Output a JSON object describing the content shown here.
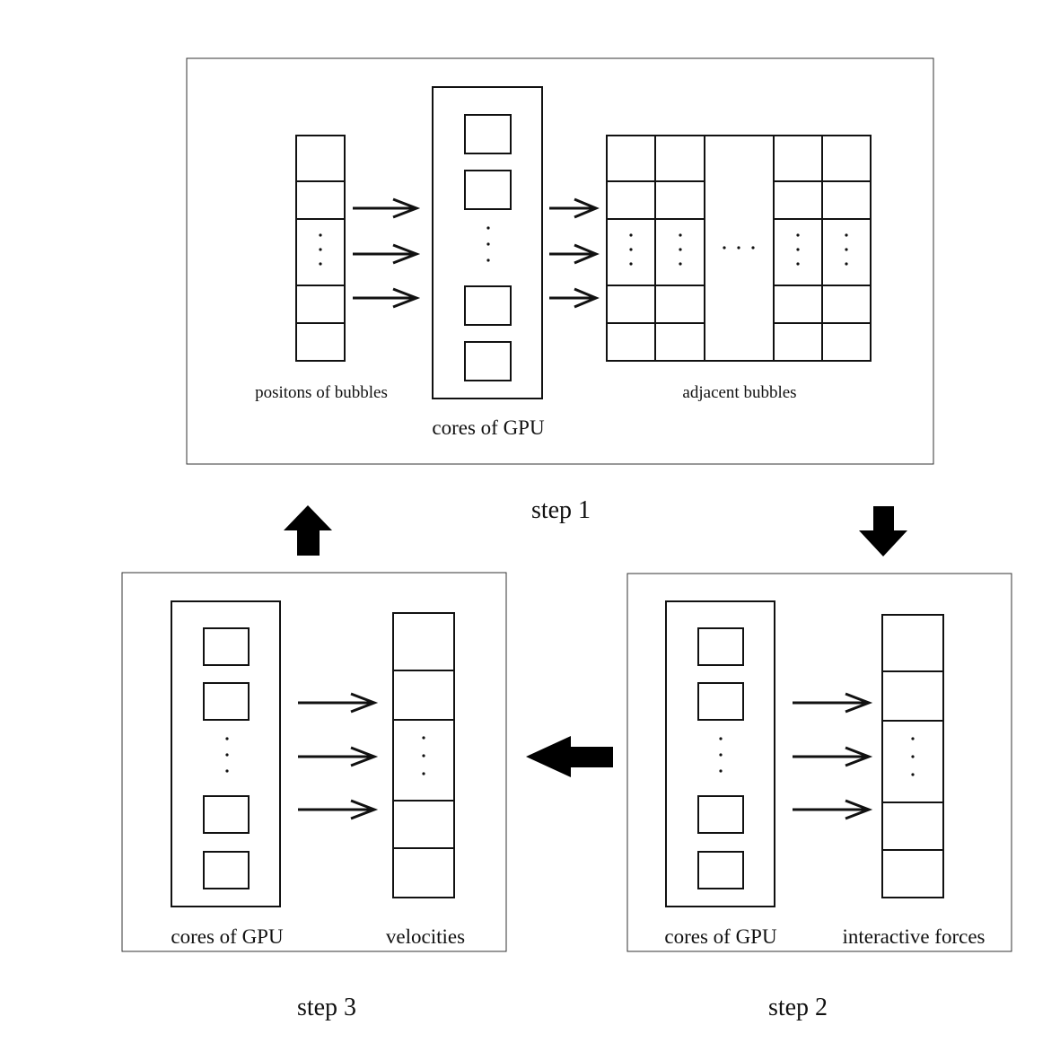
{
  "step1": {
    "step_label": "step 1",
    "input_label": "positons of bubbles",
    "gpu_label": "cores of GPU",
    "output_label": "adjacent bubbles"
  },
  "step2": {
    "step_label": "step 2",
    "gpu_label": "cores of GPU",
    "output_label": "interactive forces"
  },
  "step3": {
    "step_label": "step 3",
    "gpu_label": "cores of GPU",
    "output_label": "velocities"
  },
  "flow": [
    "step 1",
    "step 2",
    "step 3",
    "step 1"
  ]
}
